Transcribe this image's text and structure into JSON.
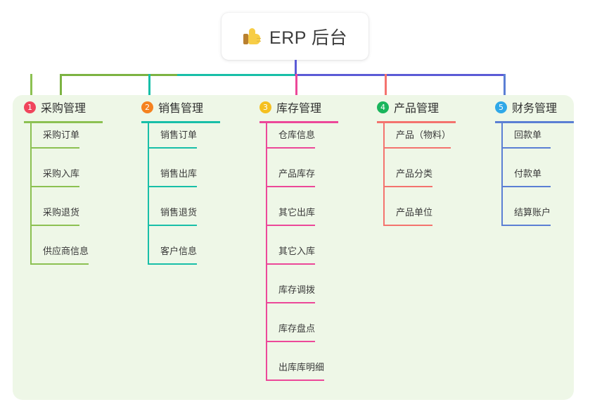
{
  "root": {
    "icon": "thumbs-up-icon",
    "title": "ERP 后台"
  },
  "theme": {
    "panel_background": "#eef7e7",
    "page_background": "#ffffff",
    "root_stem_color": "#5b5bd6",
    "bus_segment_colors": [
      "#7cb342",
      "#18bfa8",
      "#5b5bd6"
    ]
  },
  "columns": [
    {
      "index": "1",
      "title": "采购管理",
      "badge_color": "#f0455c",
      "line_color": "#8cc152",
      "drop_color": "#8cc152",
      "items": [
        {
          "label": "采购订单"
        },
        {
          "label": "采购入库"
        },
        {
          "label": "采购退货"
        },
        {
          "label": "供应商信息"
        }
      ]
    },
    {
      "index": "2",
      "title": "销售管理",
      "badge_color": "#f58220",
      "line_color": "#18bfa8",
      "drop_color": "#18bfa8",
      "items": [
        {
          "label": "销售订单"
        },
        {
          "label": "销售出库"
        },
        {
          "label": "销售退货"
        },
        {
          "label": "客户信息"
        }
      ]
    },
    {
      "index": "3",
      "title": "库存管理",
      "badge_color": "#f5c020",
      "line_color": "#ec4899",
      "drop_color": "#ec4899",
      "items": [
        {
          "label": "仓库信息"
        },
        {
          "label": "产品库存"
        },
        {
          "label": "其它出库"
        },
        {
          "label": "其它入库"
        },
        {
          "label": "库存调拨"
        },
        {
          "label": "库存盘点"
        },
        {
          "label": "出库库明细"
        }
      ]
    },
    {
      "index": "4",
      "title": "产品管理",
      "badge_color": "#1ab55c",
      "line_color": "#f4736e",
      "drop_color": "#f4736e",
      "items": [
        {
          "label": "产品（物料）"
        },
        {
          "label": "产品分类"
        },
        {
          "label": "产品单位"
        }
      ]
    },
    {
      "index": "5",
      "title": "财务管理",
      "badge_color": "#2fa8e8",
      "line_color": "#5b7fd4",
      "drop_color": "#5b7fd4",
      "items": [
        {
          "label": "回款单"
        },
        {
          "label": "付款单"
        },
        {
          "label": "结算账户"
        }
      ]
    }
  ]
}
